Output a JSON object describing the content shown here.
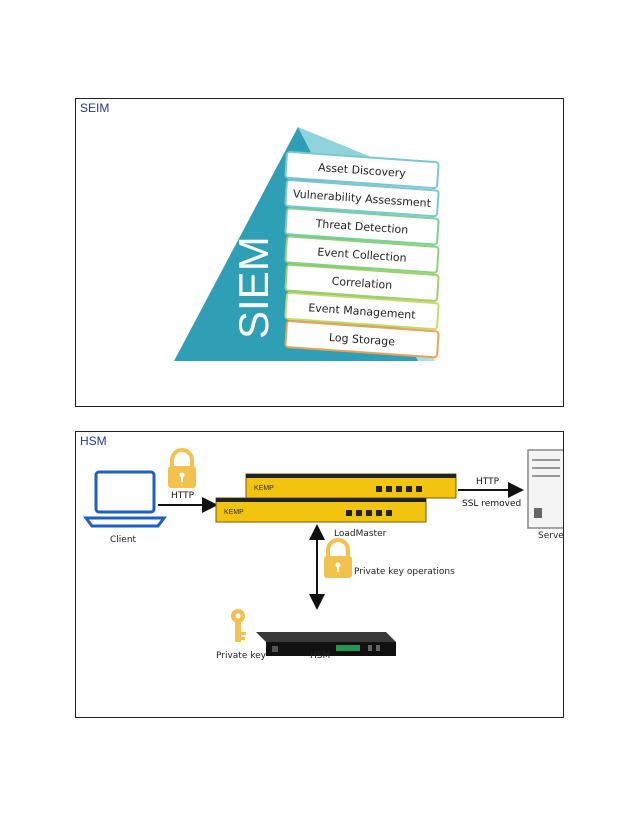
{
  "seim_section": {
    "title": "SEIM",
    "pyramid_label": "SIEM",
    "layers": [
      {
        "label": "Asset Discovery",
        "color": "#7cc6cf"
      },
      {
        "label": "Vulnerability Assessment",
        "color": "#7cc6cf"
      },
      {
        "label": "Threat Detection",
        "color": "#7ccf9a"
      },
      {
        "label": "Event Collection",
        "color": "#8ed07c"
      },
      {
        "label": "Correlation",
        "color": "#9cd06a"
      },
      {
        "label": "Event Management",
        "color": "#c9d86a"
      },
      {
        "label": "Log Storage",
        "color": "#e8a25a"
      }
    ],
    "pyramid_color": "#3aa3b8"
  },
  "hsm_section": {
    "title": "HSM",
    "client_label": "Client",
    "http_left_label": "HTTP",
    "loadmaster_label": "LoadMaster",
    "http_right_label": "HTTP",
    "ssl_label": "SSL removed",
    "server_label": "Server",
    "private_key_ops_label": "Private key operations",
    "private_key_label": "Private key",
    "hsm_label": "HSM",
    "device_brand": "KEMP",
    "lock_color": "#f2c14e",
    "device_color": "#f1c40f"
  }
}
